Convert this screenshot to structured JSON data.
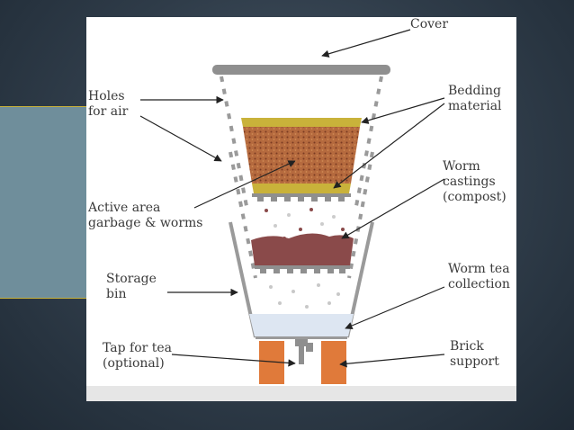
{
  "labels": {
    "cover": "Cover",
    "holes": "Holes\nfor air",
    "bedding": "Bedding\nmaterial",
    "castings": "Worm\ncastings\n(compost)",
    "active": "Active area\ngarbage & worms",
    "storage": "Storage\nbin",
    "worm_tea": "Worm tea\ncollection",
    "tap": "Tap for tea\n(optional)",
    "brick": "Brick\nsupport"
  },
  "colors": {
    "bedding": "#c9b23a",
    "garbage": "#b06a3f",
    "compost": "#8a4a4a",
    "tea": "#dde6f2",
    "brick": "#e07a3a",
    "frame": "#8c8c8c"
  }
}
